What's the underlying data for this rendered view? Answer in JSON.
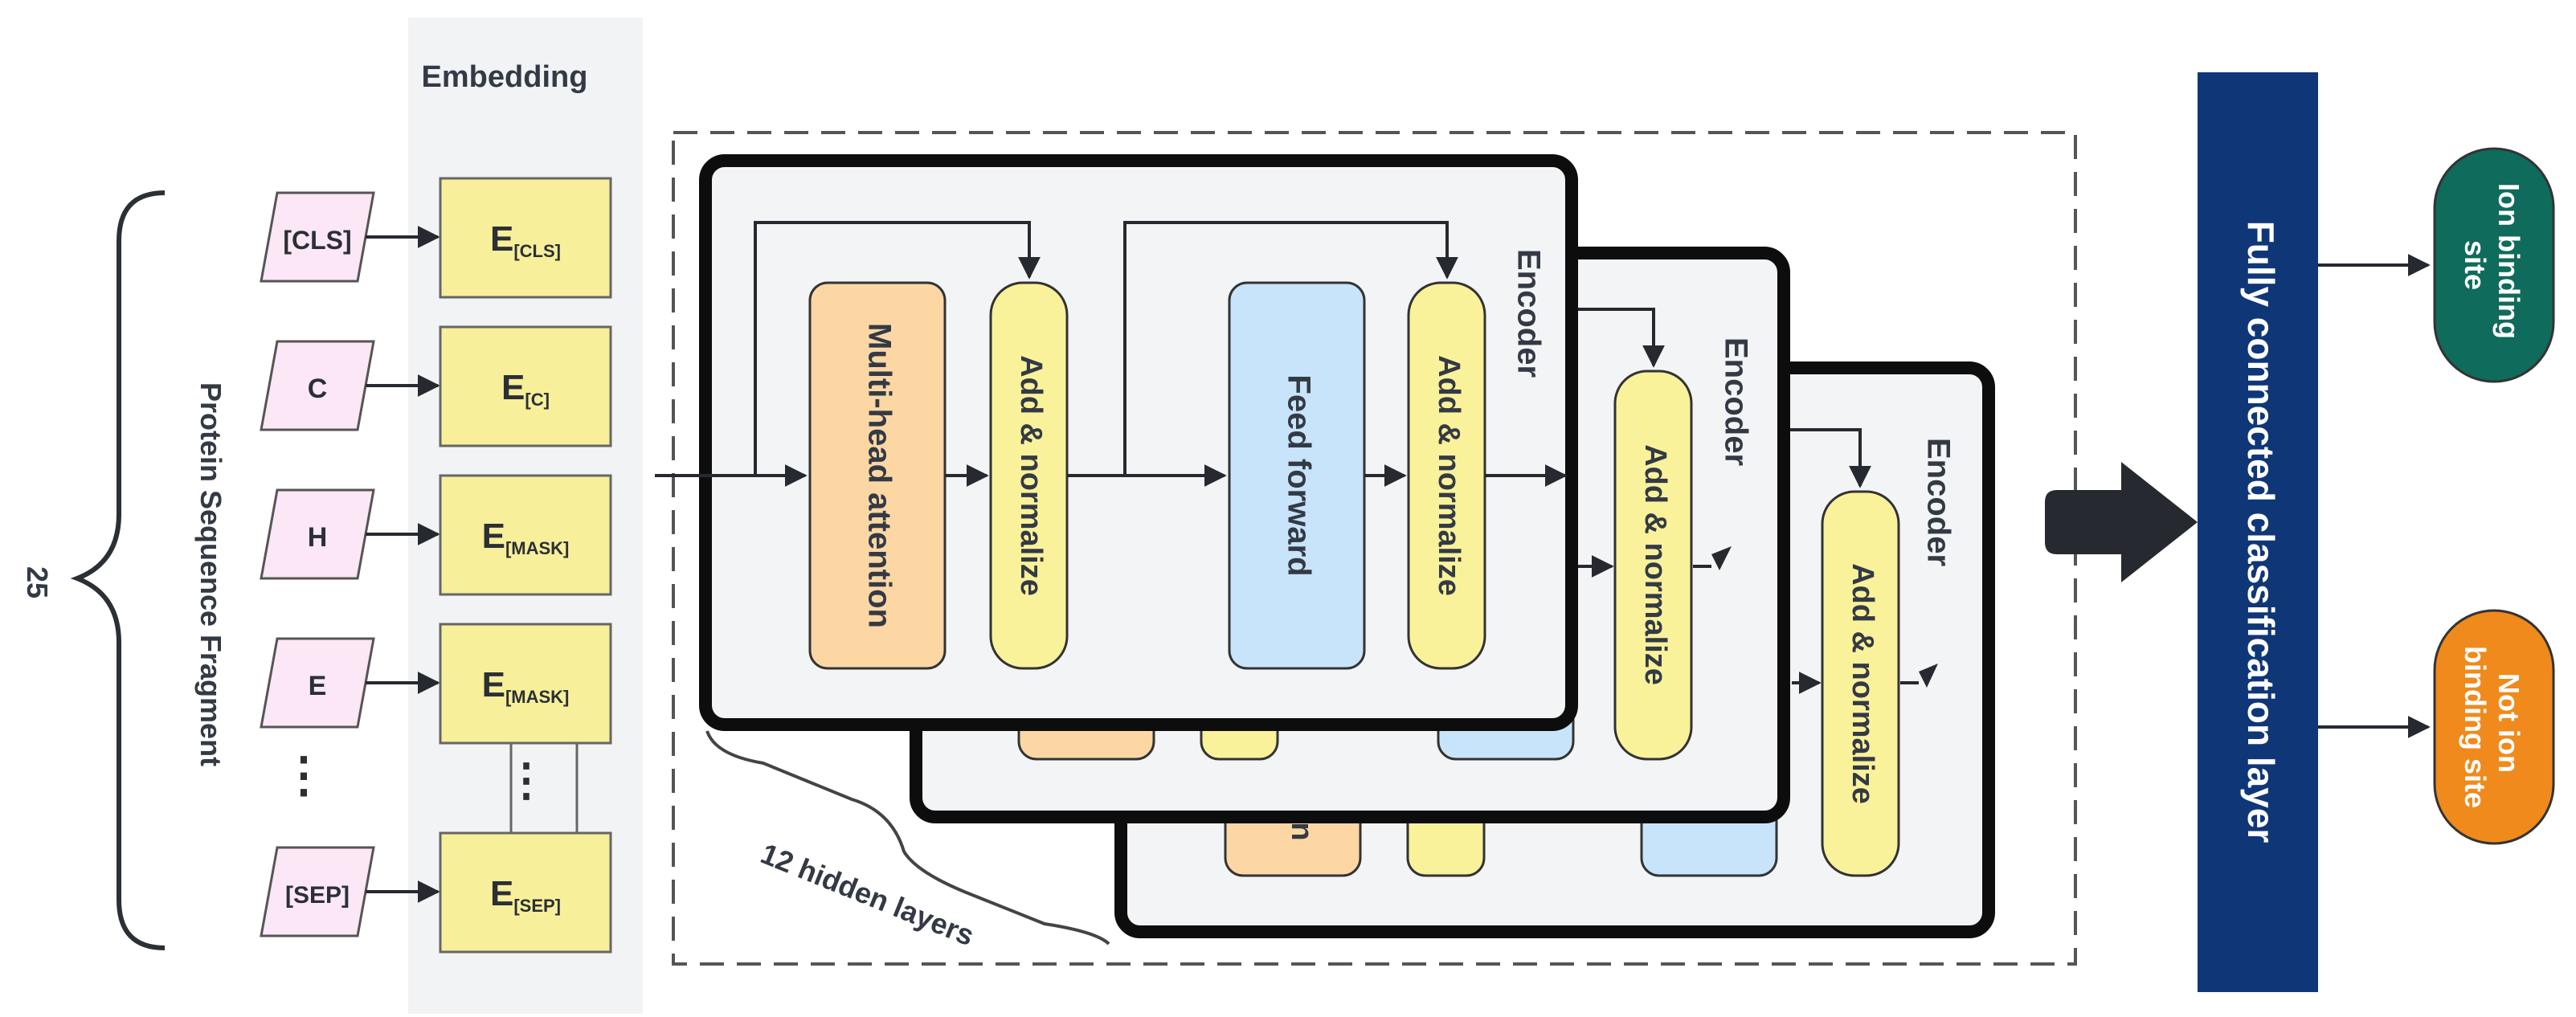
{
  "brace_count": "25",
  "fragment_label": "Protein Sequence Fragment",
  "embedding_title": "Embedding",
  "tokens": [
    "[CLS]",
    "C",
    "H",
    "E",
    "⋮",
    "[SEP]"
  ],
  "embeddings": [
    {
      "main": "E",
      "sub": "[CLS]"
    },
    {
      "main": "E",
      "sub": "[C]"
    },
    {
      "main": "E",
      "sub": "[MASK]"
    },
    {
      "main": "E",
      "sub": "[MASK]"
    },
    {
      "main": "E",
      "sub": "[SEP]"
    }
  ],
  "embedding_ellipsis": "⋮",
  "encoders": [
    {
      "title": "Encoder",
      "blocks": [
        "Multi-head attention",
        "Add & normalize",
        "Feed forward",
        "Add & normalize"
      ]
    },
    {
      "title": "Encoder",
      "blocks": [
        "Add & normalize"
      ]
    },
    {
      "title": "Encoder",
      "blocks": [
        "Add & normalize"
      ],
      "fragment": "n"
    }
  ],
  "hidden_layers_label": "12 hidden layers",
  "fc_label": "Fully connected classification layer",
  "outputs": [
    {
      "label_lines": [
        "Ion binding",
        "site"
      ],
      "color": "#0f6b5b"
    },
    {
      "label_lines": [
        "Not ion",
        "binding site"
      ],
      "color": "#f08a1c"
    }
  ],
  "colors": {
    "embedding_fill": "#f7ef9a",
    "token_fill": "#fbe7f5",
    "attention_fill": "#fcd7a4",
    "feedforward_fill": "#c8e4fb",
    "addnorm_fill": "#f9f29a",
    "encoder_fill": "#f3f4f6",
    "fc_fill": "#0f3778",
    "panel_fill": "#f2f3f5",
    "arrow": "#262a30"
  }
}
